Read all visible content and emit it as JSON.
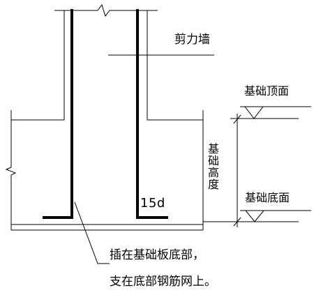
{
  "labels": {
    "shear_wall": "剪力墙",
    "foundation_top": "基础顶面",
    "foundation_bottom": "基础底面",
    "foundation_height": "基础高度",
    "bar_anchor": "15d"
  },
  "note": {
    "line1": "插在基础板底部，",
    "line2": "支在底部钢筋网上。"
  },
  "colors": {
    "line": "#000000",
    "background": "#ffffff"
  }
}
